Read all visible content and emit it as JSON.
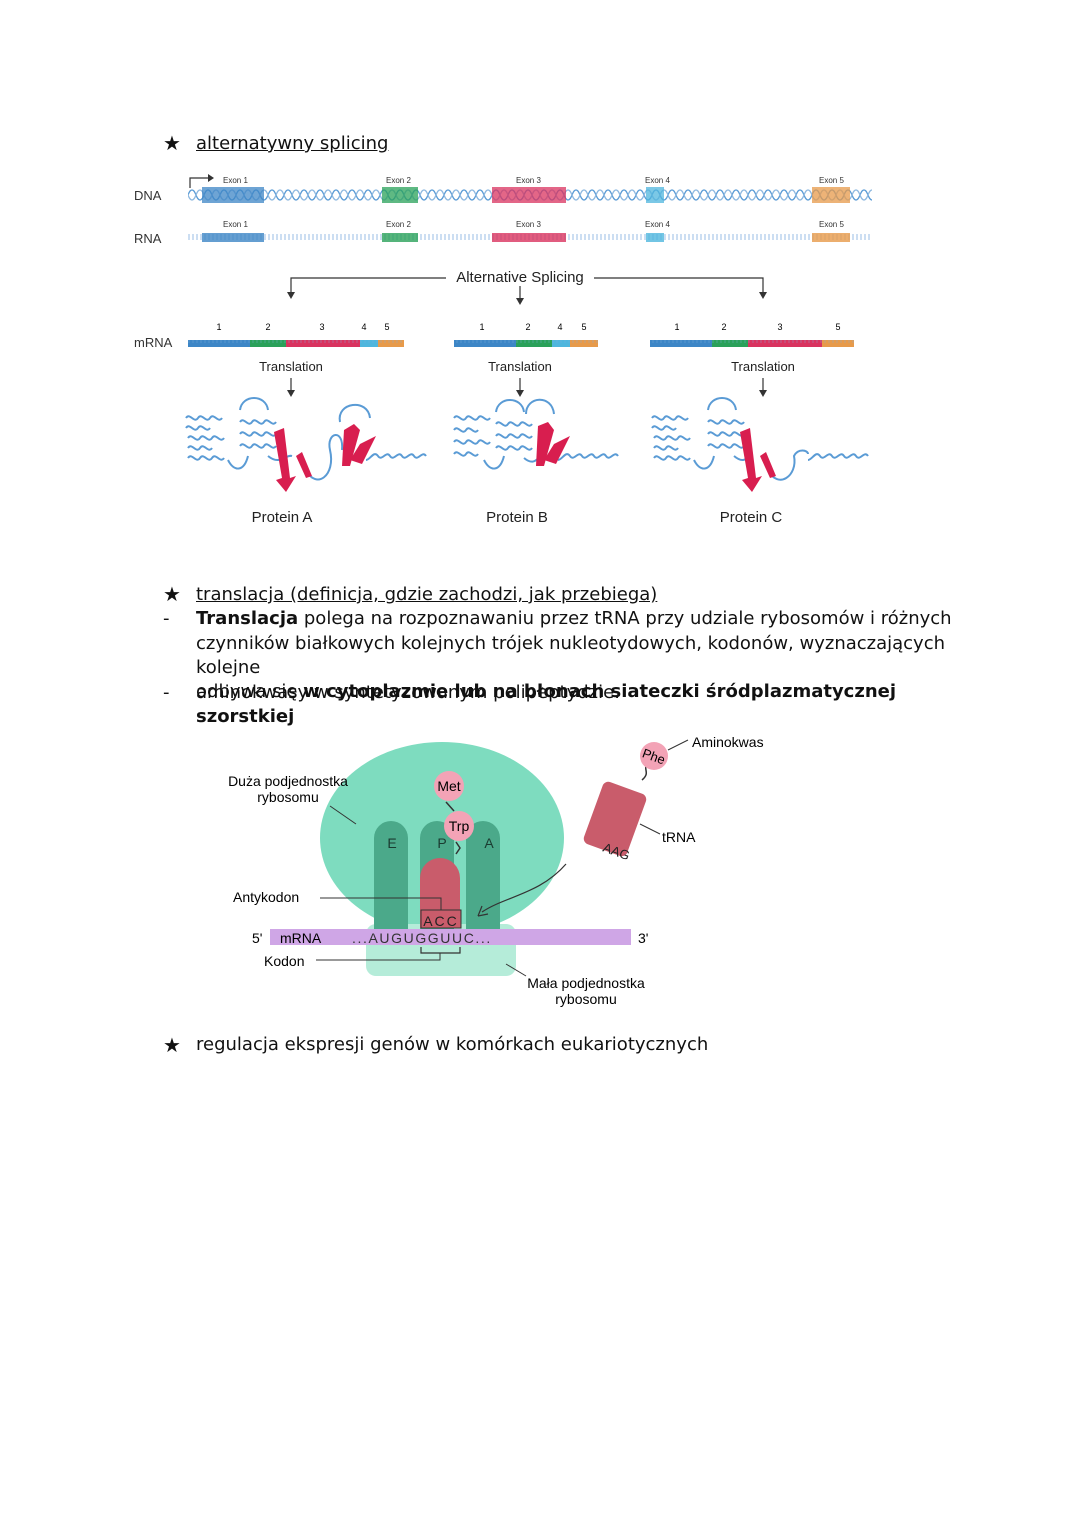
{
  "section1": {
    "heading": "alternatywny splicing"
  },
  "splicing_figure": {
    "dna_label": "DNA",
    "rna_label": "RNA",
    "mrna_label": "mRNA",
    "exons": [
      "Exon 1",
      "Exon 2",
      "Exon 3",
      "Exon 4",
      "Exon 5"
    ],
    "alt_label": "Alternative Splicing",
    "translation_label": "Translation",
    "variants": [
      {
        "numbers": [
          "1",
          "2",
          "3",
          "4",
          "5"
        ],
        "protein": "Protein A"
      },
      {
        "numbers": [
          "1",
          "2",
          "4",
          "5"
        ],
        "protein": "Protein B"
      },
      {
        "numbers": [
          "1",
          "2",
          "3",
          "5"
        ],
        "protein": "Protein C"
      }
    ],
    "colors": {
      "exon1": "#3d86c6",
      "exon2": "#2aa15a",
      "exon3": "#d9335f",
      "exon4": "#4fb6dd",
      "exon5": "#e79a4a",
      "strand": "#5a9bd5"
    }
  },
  "section2": {
    "heading": "translacja (definicja, gdzie zachodzi, jak przebiega)",
    "p1_bold": "Translacja",
    "p1_line1": " polega na rozpoznawaniu przez tRNA przy udziale rybosomów i różnych",
    "p1_line2": "czynników białkowych kolejnych trójek nukleotydowych, kodonów, wyznaczających kolejne",
    "p1_line3": "aminokwasy w syntetyzowanym polipeptydzie.",
    "p2_plain": "odbywa się ",
    "p2_bold": "w cytoplazmie lub na błonach siateczki śródplazmatycznej szorstkiej"
  },
  "ribosome_figure": {
    "large_subunit_1": "Duża podjednostka",
    "large_subunit_2": "rybosomu",
    "anticodon": "Antykodon",
    "five_prime": "5'",
    "mrna": "mRNA",
    "codon": "Kodon",
    "sequence": "...AUGUGGUUC...",
    "three_prime": "3'",
    "anticodon_seq": "ACC",
    "met": "Met",
    "trp": "Trp",
    "site_e": "E",
    "site_p": "P",
    "site_a": "A",
    "phe": "Phe",
    "trna_anticodon": "AAG",
    "amino_acid": "Aminokwas",
    "trna": "tRNA",
    "small_subunit_1": "Mała podjednostka",
    "small_subunit_2": "rybosomu",
    "colors": {
      "large": "#7edcbf",
      "small": "#b5ecd9",
      "site": "#4ba98a",
      "trna": "#c95c6b",
      "mrna_bar": "#cfa6e6",
      "amino": "#f3a3b6"
    }
  },
  "section3": {
    "heading": "regulacja ekspresji genów w komórkach eukariotycznych"
  }
}
